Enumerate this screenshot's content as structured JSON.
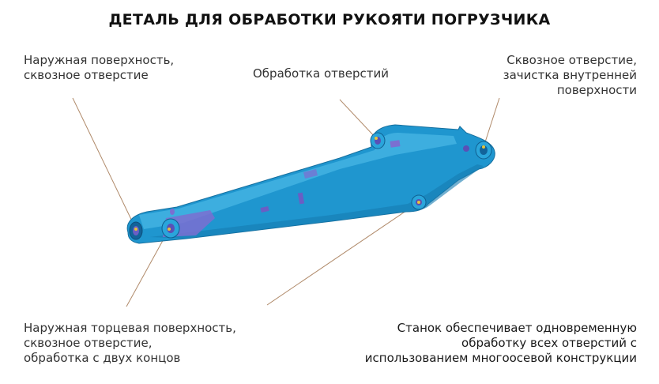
{
  "title": "ДЕТАЛЬ ДЛЯ ОБРАБОТКИ РУКОЯТИ ПОГРУЗЧИКА",
  "callouts": {
    "top_left": [
      "Наружная поверхность,",
      "сквозное отверстие"
    ],
    "top_middle": [
      "Обработка отверстий"
    ],
    "top_right": [
      "Сквозное отверстие,",
      "зачистка внутренней",
      "поверхности"
    ],
    "bottom_left": [
      "Наружная торцевая поверхность,",
      "сквозное отверстие,",
      "обработка с двух концов"
    ],
    "bottom_right": [
      "Станок обеспечивает одновременную",
      "обработку всех отверстий с",
      "использованием многоосевой конструкции"
    ]
  },
  "colors": {
    "part_blue": "#1f96cf",
    "part_highlight": "#56c3ec",
    "machined_purple": "#7b6fd1",
    "leader_line": "#b08a6a"
  }
}
